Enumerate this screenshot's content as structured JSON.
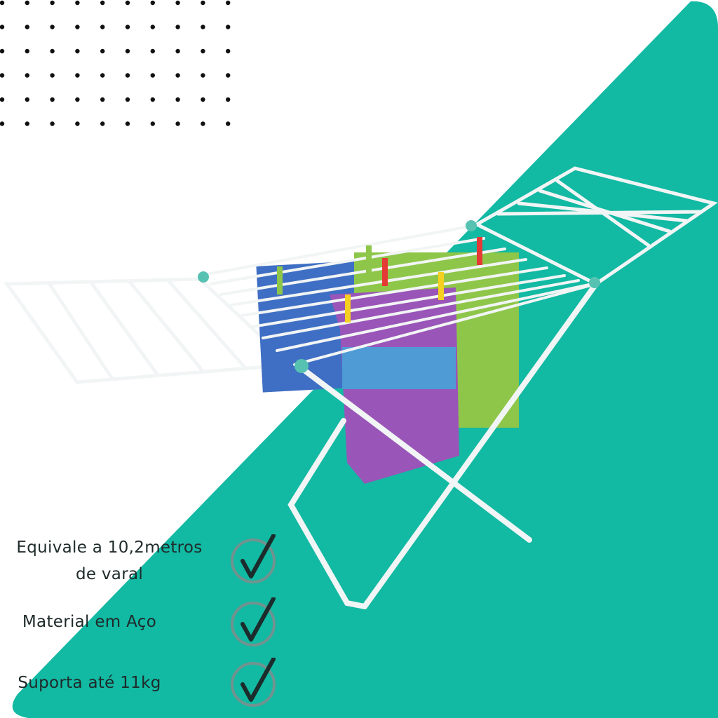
{
  "colors": {
    "teal": "#12b9a3",
    "dots": "#111111",
    "rack": "#f4f6f6",
    "check": "#1c2b2b",
    "check_ring": "#8a8a8a"
  },
  "product": {
    "name": "clothes-drying-rack"
  },
  "features": [
    {
      "line1": "Equivale a 10,2metros",
      "line2": "de varal",
      "icon": "check-icon"
    },
    {
      "line1": "Material em Aço",
      "icon": "check-icon"
    },
    {
      "line1": "Suporta até 11kg",
      "icon": "check-icon"
    }
  ]
}
